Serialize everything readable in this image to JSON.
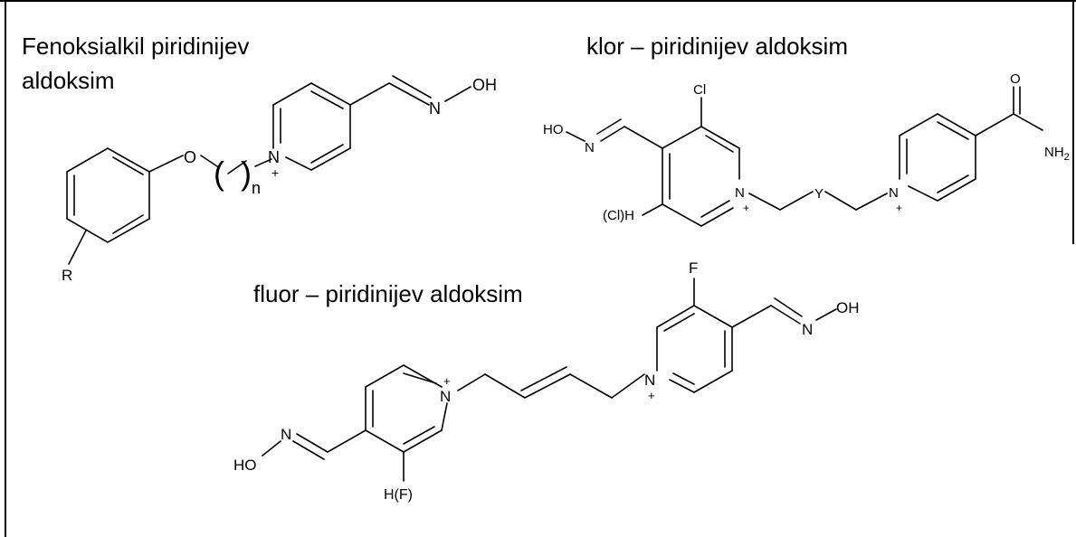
{
  "captions": {
    "phenoxy_line1": "Fenoksialkil piridinijev",
    "phenoxy_line2": "aldoksim",
    "chloro": "klor – piridinijev aldoksim",
    "fluoro": "fluor – piridinijev aldoksim"
  },
  "atoms": {
    "phenoxy": {
      "O": "O",
      "N": "N",
      "plus": "+",
      "n": "n",
      "open_paren": "(",
      "close_paren": ")",
      "oxime_N": "N",
      "oxime_OH": "OH",
      "R": "R"
    },
    "chloro": {
      "Cl": "Cl",
      "HO": "HO",
      "oxime_N": "N",
      "ClH": "(Cl)H",
      "ring_N1": "N",
      "plus1": "+",
      "Y": "Y",
      "ring_N2": "N",
      "plus2": "+",
      "O": "O",
      "NH2": "NH",
      "NH2_sub": "2"
    },
    "fluoro": {
      "F": "F",
      "oxime_N_top": "N",
      "OH_top": "OH",
      "ring_N_right": "N",
      "plus_right": "+",
      "ring_N_left": "N",
      "plus_left": "+",
      "oxime_N_bottom": "N",
      "HO_bottom": "HO",
      "HF": "H(F)"
    }
  },
  "colors": {
    "ink": "#000000",
    "background": "#ffffff"
  }
}
